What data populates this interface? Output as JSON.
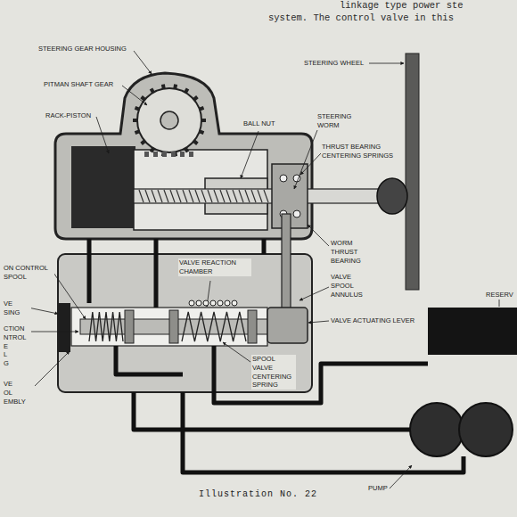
{
  "diagram": {
    "caption": "Illustration No. 22",
    "labels": [
      "linkage type power ste",
      "system. The control valve in this",
      "STEERING GEAR HOUSING",
      "PITMAN SHAFT GEAR",
      "RACK-PISTON",
      "BALL NUT",
      "STEERING WORM",
      "THRUST BEARING CENTERING SPRINGS",
      "STEERING WHEEL",
      "ON CONTROL SPOOL",
      "VALVE REACTION CHAMBER",
      "WORM THRUST BEARING",
      "VALVE SPOOL ANNULUS",
      "RESERV",
      "VE SING",
      "VALVE ACTUATING LEVER",
      "CTION NTROL E L G",
      "SPOOL VALVE CENTERING SPRING",
      "VE OL EMBLY",
      "PUMP"
    ]
  }
}
